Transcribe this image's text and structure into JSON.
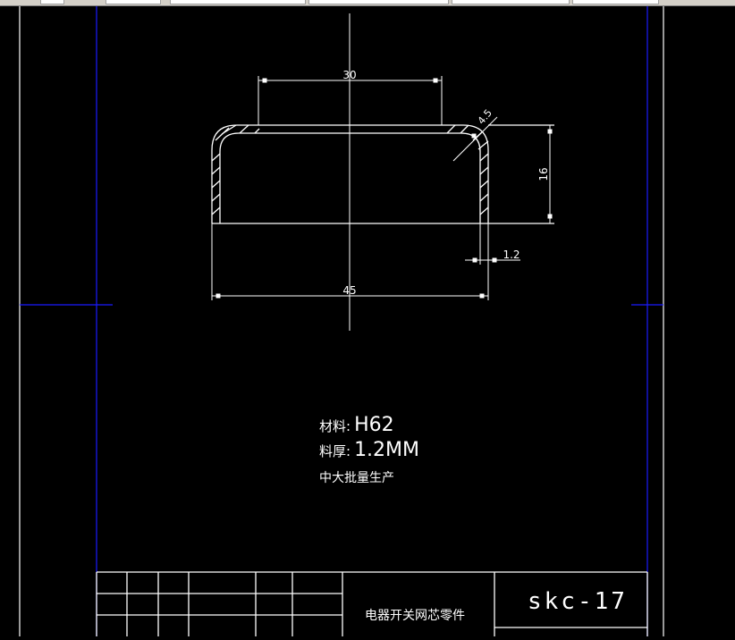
{
  "app": {
    "toolbar": {
      "visible": true
    }
  },
  "drawing": {
    "background_color": "#000000",
    "line_color": "#ffffff",
    "frame_color": "#0000ff",
    "dimensions": {
      "top_width": "30",
      "fillet_radius": "4.5",
      "height": "16",
      "thickness": "1.2",
      "bottom_width": "45"
    },
    "notes": {
      "material_label": "材料:",
      "material_value": "H62",
      "thickness_label": "料厚:",
      "thickness_value": "1.2MM",
      "production": "中大批量生产"
    },
    "title_block": {
      "part_name": "电器开关网芯零件",
      "drawing_number": "skc-17"
    }
  }
}
